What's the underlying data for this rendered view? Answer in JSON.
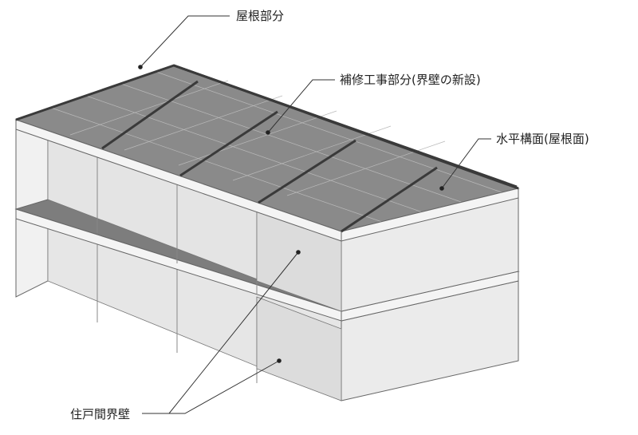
{
  "labels": {
    "roof_part": "屋根部分",
    "repair_part": "補修工事部分(界壁の新設)",
    "horizontal_surface": "水平構面(屋根面)",
    "partition_wall": "住戸間界壁"
  },
  "colors": {
    "roof_fill": "#8a8a8a",
    "roof_grid": "#b9b9b9",
    "floor_fill": "#7d7d7d",
    "wall_fill": "#e9e9e9",
    "slab_edge": "#f4f4f4",
    "outline": "#555555",
    "truss": "#3a3a3a"
  }
}
